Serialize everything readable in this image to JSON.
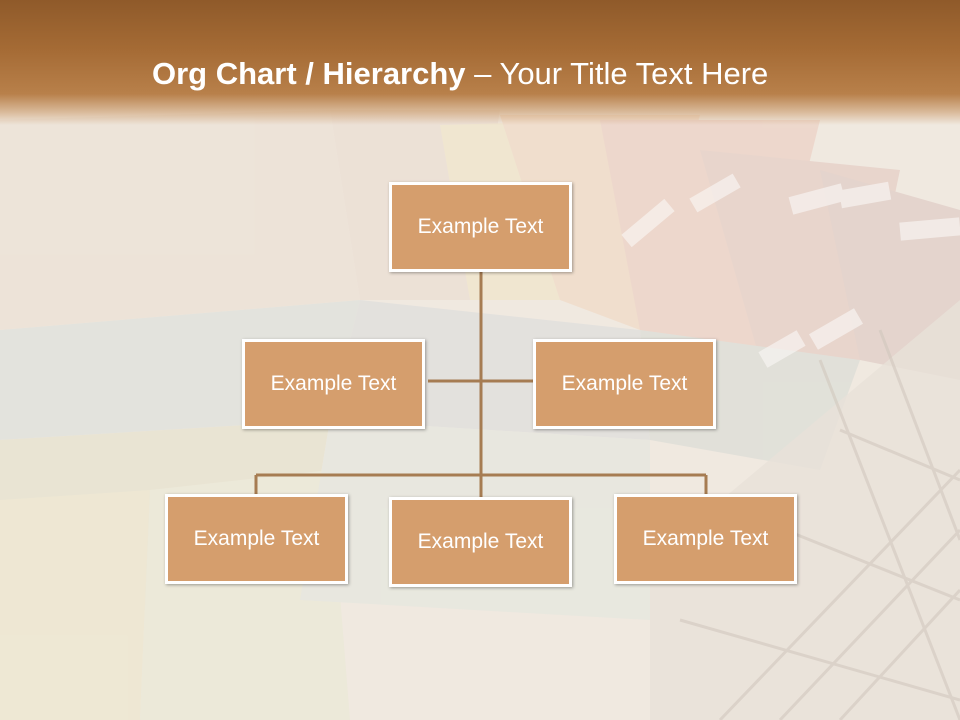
{
  "slide": {
    "title_bold": "Org Chart / Hierarchy",
    "title_dash": "–",
    "title_rest": "Your Title Text Here"
  },
  "org_chart": {
    "root": "Example Text",
    "assistants": [
      "Example Text",
      "Example Text"
    ],
    "children": [
      "Example Text",
      "Example Text",
      "Example Text"
    ]
  },
  "colors": {
    "box_fill": "#d59e6d",
    "box_border": "#ffffff",
    "connector": "#a67c52",
    "header": "#a56b35"
  }
}
